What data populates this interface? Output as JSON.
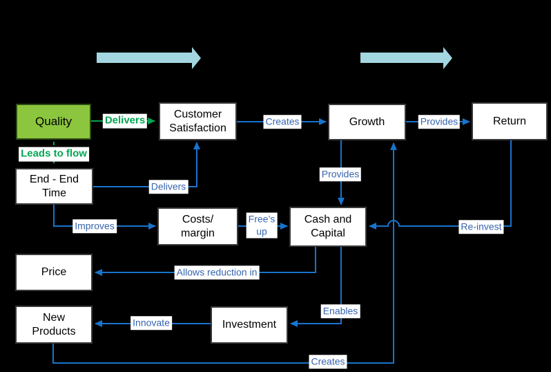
{
  "colors": {
    "background": "#000000",
    "box_fill": "#FFFFFF",
    "box_border": "#3A3A3A",
    "quality_fill": "#8CC63E",
    "green_accent": "#00A651",
    "blue_line": "#1874CD",
    "blue_label_text": "#3664AE",
    "flow_arrow_fill": "#A3D6E0"
  },
  "diagram": {
    "boxes": [
      {
        "id": "quality",
        "label": "Quality"
      },
      {
        "id": "customer-satisfaction",
        "label": "Customer\nSatisfaction"
      },
      {
        "id": "growth",
        "label": "Growth"
      },
      {
        "id": "return",
        "label": "Return"
      },
      {
        "id": "end-end-time",
        "label": "End - End\nTime"
      },
      {
        "id": "costs-margin",
        "label": "Costs/\nmargin"
      },
      {
        "id": "cash-and-capital",
        "label": "Cash and\nCapital"
      },
      {
        "id": "price",
        "label": "Price"
      },
      {
        "id": "new-products",
        "label": "New\nProducts"
      },
      {
        "id": "investment",
        "label": "Investment"
      }
    ],
    "edge_labels": [
      {
        "id": "delivers-quality",
        "label": "Delivers"
      },
      {
        "id": "leads-to-flow",
        "label": "Leads to flow"
      },
      {
        "id": "delivers-time",
        "label": "Delivers"
      },
      {
        "id": "creates-growth",
        "label": "Creates"
      },
      {
        "id": "provides-return",
        "label": "Provides"
      },
      {
        "id": "provides-cash",
        "label": "Provides"
      },
      {
        "id": "improves",
        "label": "Improves"
      },
      {
        "id": "frees-up",
        "label": "Free’s\nup"
      },
      {
        "id": "re-invest",
        "label": "Re-invest"
      },
      {
        "id": "allows-reduction-in",
        "label": "Allows reduction in"
      },
      {
        "id": "innovate",
        "label": "Innovate"
      },
      {
        "id": "enables",
        "label": "Enables"
      },
      {
        "id": "creates-bottom",
        "label": "Creates"
      }
    ]
  }
}
